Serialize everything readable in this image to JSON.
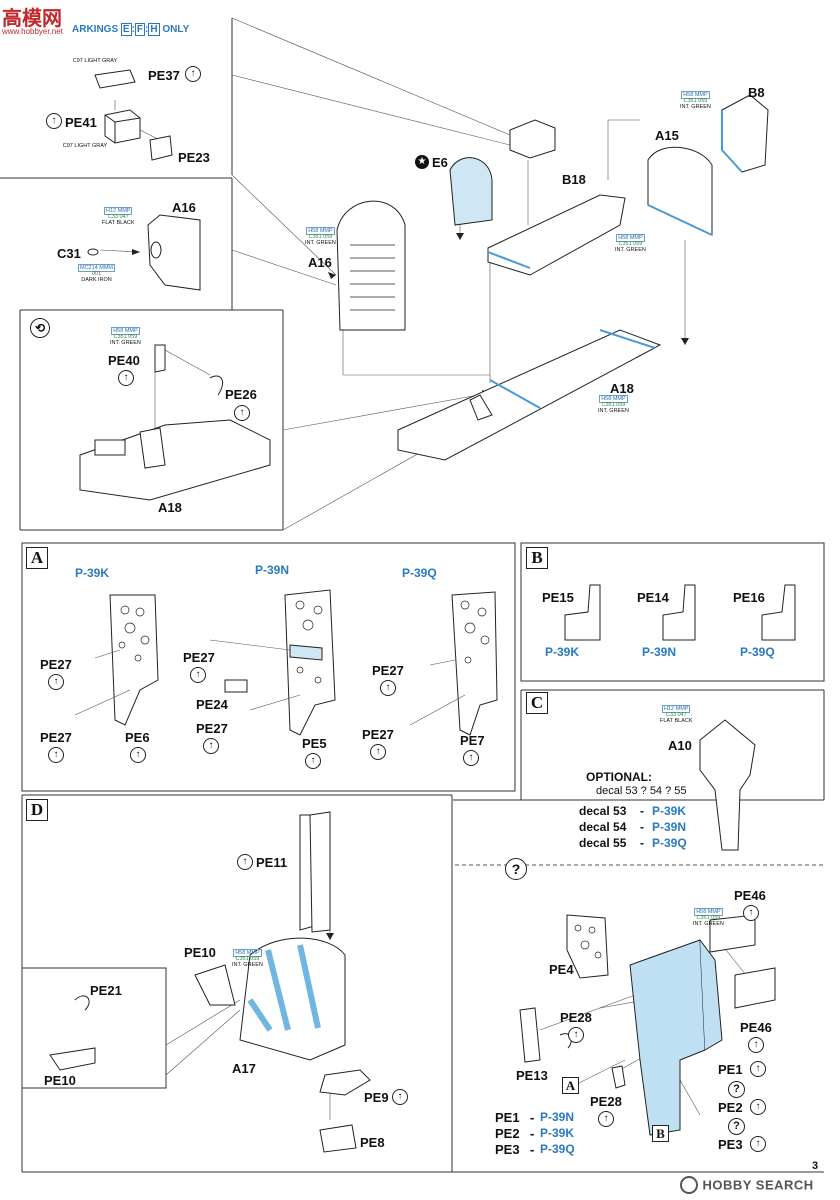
{
  "header": {
    "logo_text": "高模网",
    "logo_sub": "www.hobbyer.net",
    "markings_prefix": "ARKINGS",
    "markings_letters": [
      "E",
      "F",
      "H"
    ],
    "markings_suffix": "ONLY"
  },
  "top_left": {
    "pe37": "PE37",
    "pe41": "PE41",
    "pe23": "PE23",
    "c97_light_gray_1": "C97 LIGHT GRAY",
    "c97_light_gray_2": "C97 LIGHT GRAY"
  },
  "mid_left": {
    "a16": "A16",
    "c31": "C31",
    "h12_color": "H12 MMP",
    "c33_color": "C33 047",
    "flat_black": "FLAT BLACK",
    "mc214": "MC214 MMM",
    "dark_iron_code": "001",
    "dark_iron": "DARK IRON"
  },
  "sub_panel": {
    "pe40": "PE40",
    "pe26": "PE26",
    "a18": "A18",
    "h58": "H58 MMP",
    "c351": "C351 059",
    "int_green": "INT. GREEN"
  },
  "main_assembly": {
    "e6": "E6",
    "a16": "A16",
    "b18": "B18",
    "a15": "A15",
    "b8": "B8",
    "a18": "A18",
    "h58": "H58 MMP",
    "c351": "C351 059",
    "int_green": "INT. GREEN"
  },
  "section_a": {
    "letter": "A",
    "variants": [
      "P-39K",
      "P-39N",
      "P-39Q"
    ],
    "pe27": "PE27",
    "pe6": "PE6",
    "pe24": "PE24",
    "pe5": "PE5",
    "pe7": "PE7"
  },
  "section_b": {
    "letter": "B",
    "parts": [
      "PE15",
      "PE14",
      "PE16"
    ],
    "variants": [
      "P-39K",
      "P-39N",
      "P-39Q"
    ]
  },
  "section_c": {
    "letter": "C",
    "a10": "A10",
    "h12": "H12 MMP",
    "c33": "C33 047",
    "flat_black": "FLAT BLACK",
    "optional": "OPTIONAL:",
    "decal_line": "decal 53 ? 54 ? 55",
    "decals": [
      {
        "label": "decal 53",
        "variant": "P-39K"
      },
      {
        "label": "decal 54",
        "variant": "P-39N"
      },
      {
        "label": "decal 55",
        "variant": "P-39Q"
      }
    ]
  },
  "section_d": {
    "letter": "D",
    "pe11": "PE11",
    "pe10": "PE10",
    "pe21": "PE21",
    "a17": "A17",
    "pe9": "PE9",
    "pe8": "PE8",
    "h58": "H58 MMP",
    "c351": "C351 059",
    "int_green": "INT. GREEN"
  },
  "section_q": {
    "question": "?",
    "pe46": "PE46",
    "pe4": "PE4",
    "pe28": "PE28",
    "pe13": "PE13",
    "pe1": "PE1",
    "pe2": "PE2",
    "pe3": "PE3",
    "marker_a": "A",
    "marker_b": "B",
    "h58": "H58 MMP",
    "c351": "C351 059",
    "int_green": "INT. GREEN",
    "legend": [
      {
        "part": "PE1",
        "variant": "P-39N"
      },
      {
        "part": "PE2",
        "variant": "P-39K"
      },
      {
        "part": "PE3",
        "variant": "P-39Q"
      }
    ]
  },
  "footer": {
    "watermark": "HOBBY SEARCH",
    "page_number": "3"
  }
}
